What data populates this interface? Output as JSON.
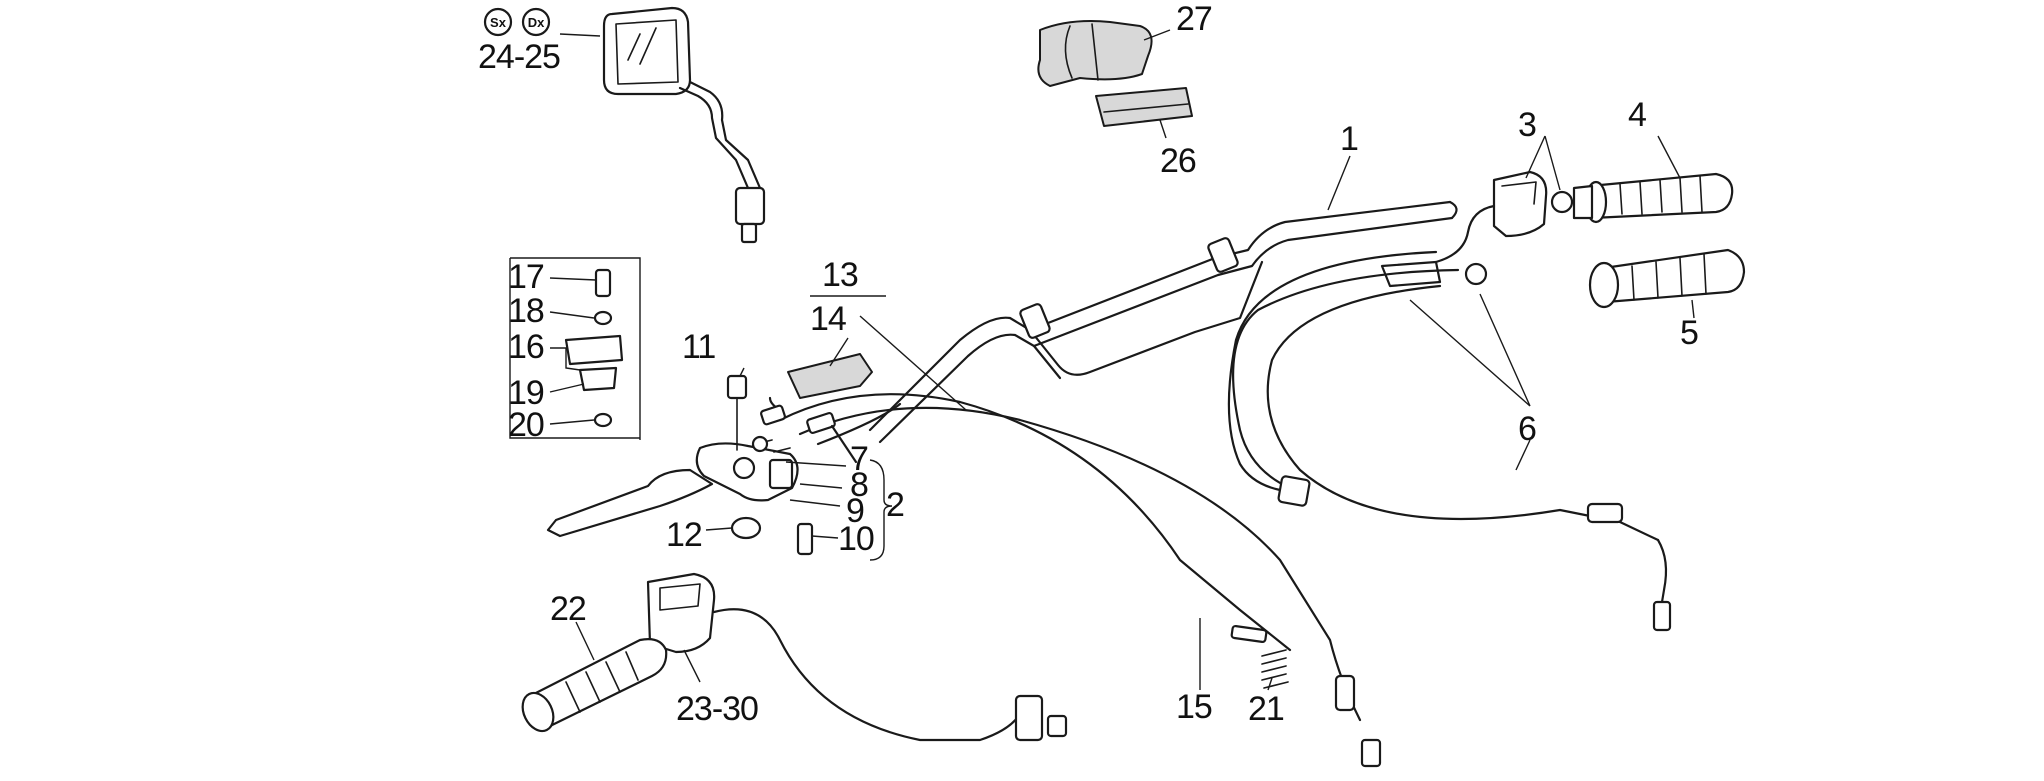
{
  "callouts": {
    "c1": "1",
    "c2": "2",
    "c3": "3",
    "c4": "4",
    "c5": "5",
    "c6": "6",
    "c7": "7",
    "c8": "8",
    "c9": "9",
    "c10": "10",
    "c11": "11",
    "c12": "12",
    "c13": "13",
    "c14": "14",
    "c15": "15",
    "c16": "16",
    "c17": "17",
    "c18": "18",
    "c19": "19",
    "c20": "20",
    "c21": "21",
    "c22": "22",
    "c23_30": "23-30",
    "c24_25": "24-25",
    "c26": "26",
    "c27": "27"
  },
  "badges": {
    "left": "Sx",
    "right": "Dx"
  }
}
